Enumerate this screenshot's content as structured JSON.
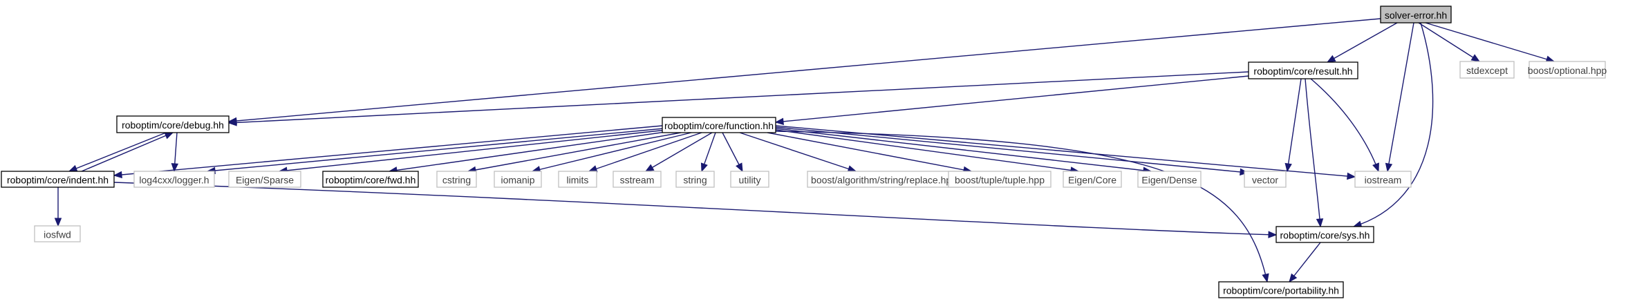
{
  "colors": {
    "edge": "#191970",
    "root_fill": "#bfbfbf",
    "documented_border": "#000000",
    "external_border": "#bfbfbf",
    "text": "#000000",
    "external_text": "#404040"
  },
  "nodes": {
    "solver_error": {
      "label": "solver-error.hh",
      "kind": "root"
    },
    "result": {
      "label": "roboptim/core/result.hh",
      "kind": "documented"
    },
    "debug": {
      "label": "roboptim/core/debug.hh",
      "kind": "documented"
    },
    "function": {
      "label": "roboptim/core/function.hh",
      "kind": "documented"
    },
    "indent": {
      "label": "roboptim/core/indent.hh",
      "kind": "documented"
    },
    "fwd": {
      "label": "roboptim/core/fwd.hh",
      "kind": "documented"
    },
    "sys": {
      "label": "roboptim/core/sys.hh",
      "kind": "documented"
    },
    "portability": {
      "label": "roboptim/core/portability.hh",
      "kind": "documented"
    },
    "stdexcept": {
      "label": "stdexcept",
      "kind": "external"
    },
    "boost_optional": {
      "label": "boost/optional.hpp",
      "kind": "external"
    },
    "log4cxx": {
      "label": "log4cxx/logger.h",
      "kind": "external"
    },
    "eigen_sparse": {
      "label": "Eigen/Sparse",
      "kind": "external"
    },
    "cstring": {
      "label": "cstring",
      "kind": "external"
    },
    "iomanip": {
      "label": "iomanip",
      "kind": "external"
    },
    "limits": {
      "label": "limits",
      "kind": "external"
    },
    "sstream": {
      "label": "sstream",
      "kind": "external"
    },
    "string": {
      "label": "string",
      "kind": "external"
    },
    "utility": {
      "label": "utility",
      "kind": "external"
    },
    "boost_replace": {
      "label": "boost/algorithm/string/replace.hpp",
      "kind": "external"
    },
    "boost_tuple": {
      "label": "boost/tuple/tuple.hpp",
      "kind": "external"
    },
    "eigen_core": {
      "label": "Eigen/Core",
      "kind": "external"
    },
    "eigen_dense": {
      "label": "Eigen/Dense",
      "kind": "external"
    },
    "vector": {
      "label": "vector",
      "kind": "external"
    },
    "iostream": {
      "label": "iostream",
      "kind": "external"
    },
    "iosfwd": {
      "label": "iosfwd",
      "kind": "external"
    }
  },
  "edges": [
    [
      "solver_error",
      "result"
    ],
    [
      "solver_error",
      "debug"
    ],
    [
      "solver_error",
      "stdexcept"
    ],
    [
      "solver_error",
      "boost_optional"
    ],
    [
      "solver_error",
      "iostream"
    ],
    [
      "solver_error",
      "sys"
    ],
    [
      "result",
      "debug"
    ],
    [
      "result",
      "function"
    ],
    [
      "result",
      "vector"
    ],
    [
      "result",
      "iostream"
    ],
    [
      "result",
      "sys"
    ],
    [
      "debug",
      "indent"
    ],
    [
      "debug",
      "log4cxx"
    ],
    [
      "indent",
      "debug"
    ],
    [
      "indent",
      "iosfwd"
    ],
    [
      "indent",
      "sys"
    ],
    [
      "function",
      "indent"
    ],
    [
      "function",
      "log4cxx"
    ],
    [
      "function",
      "eigen_sparse"
    ],
    [
      "function",
      "fwd"
    ],
    [
      "function",
      "cstring"
    ],
    [
      "function",
      "iomanip"
    ],
    [
      "function",
      "limits"
    ],
    [
      "function",
      "sstream"
    ],
    [
      "function",
      "string"
    ],
    [
      "function",
      "utility"
    ],
    [
      "function",
      "boost_replace"
    ],
    [
      "function",
      "boost_tuple"
    ],
    [
      "function",
      "eigen_core"
    ],
    [
      "function",
      "eigen_dense"
    ],
    [
      "function",
      "vector"
    ],
    [
      "function",
      "iostream"
    ],
    [
      "function",
      "portability"
    ],
    [
      "sys",
      "portability"
    ]
  ]
}
